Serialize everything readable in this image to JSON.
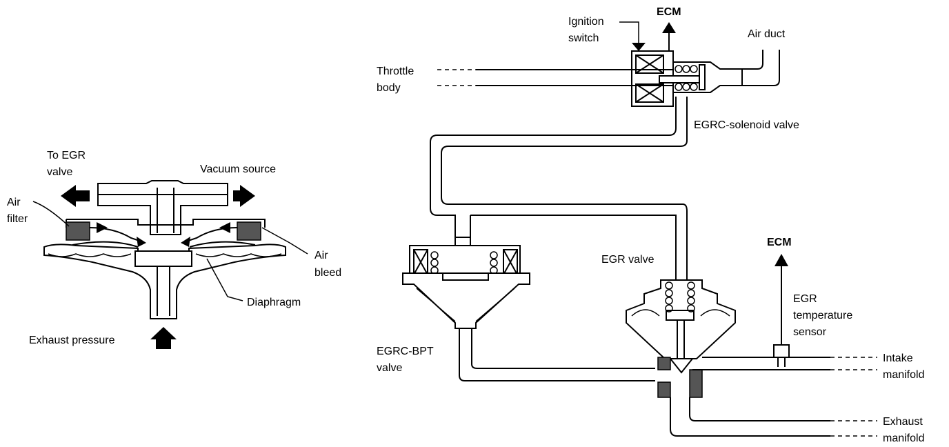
{
  "labels": {
    "to_egr_valve_1": "To EGR",
    "to_egr_valve_2": "valve",
    "vacuum_source": "Vacuum source",
    "air_filter_1": "Air",
    "air_filter_2": "filter",
    "air_bleed_1": "Air",
    "air_bleed_2": "bleed",
    "diaphragm": "Diaphragm",
    "exhaust_pressure": "Exhaust pressure",
    "ignition_switch_1": "Ignition",
    "ignition_switch_2": "switch",
    "ecm_top": "ECM",
    "air_duct": "Air duct",
    "throttle_body_1": "Throttle",
    "throttle_body_2": "body",
    "egrc_solenoid_valve": "EGRC-solenoid valve",
    "egr_valve": "EGR valve",
    "ecm_right": "ECM",
    "egr_temp_sensor_1": "EGR",
    "egr_temp_sensor_2": "temperature",
    "egr_temp_sensor_3": "sensor",
    "egrc_bpt_valve_1": "EGRC-BPT",
    "egrc_bpt_valve_2": "valve",
    "intake_manifold_1": "Intake",
    "intake_manifold_2": "manifold",
    "exhaust_manifold_1": "Exhaust",
    "exhaust_manifold_2": "manifold"
  }
}
